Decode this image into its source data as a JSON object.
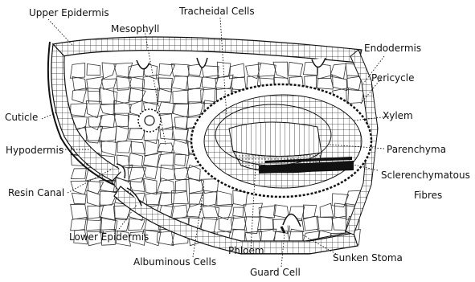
{
  "labels": {
    "upper_epidermis": "Upper Epidermis",
    "tracheidal_cells": "Tracheidal Cells",
    "mesophyll": "Mesophyll",
    "endodermis": "Endodermis",
    "pericycle": "Pericycle",
    "cuticle": "Cuticle",
    "xylem": "Xylem",
    "hypodermis": "Hypodermis",
    "parenchyma": "Parenchyma",
    "resin_canal": "Resin Canal",
    "sclerenchymatous_fibres_line1": "Sclerenchymatous",
    "sclerenchymatous_fibres_line2": "Fibres",
    "lower_epidermis": "Lower Epidermis",
    "phloem": "Phloem",
    "sunken_stoma": "Sunken Stoma",
    "albuminous_cells": "Albuminous Cells",
    "guard_cell": "Guard Cell"
  },
  "colors": {
    "ink": "#111111",
    "paper": "#ffffff"
  }
}
